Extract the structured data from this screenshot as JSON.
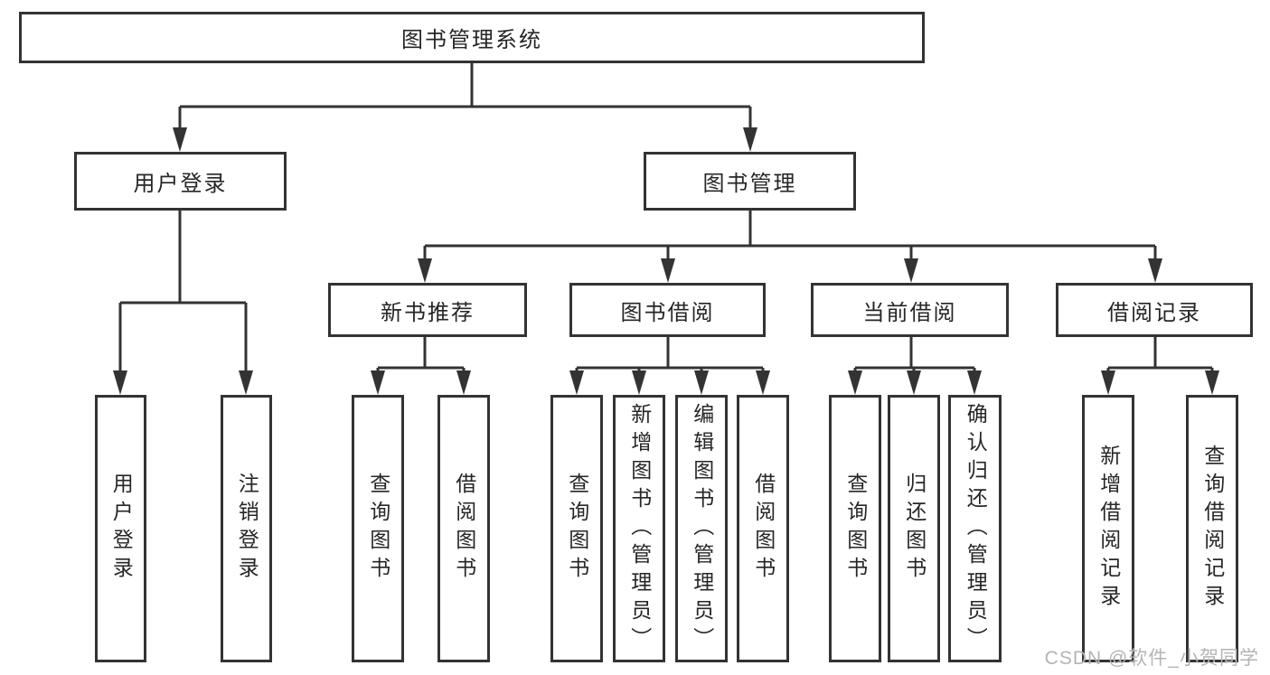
{
  "colors": {
    "background": "#ffffff",
    "line": "#333333",
    "text": "#262626",
    "watermark": "#b4b4b4"
  },
  "root": {
    "label": "图书管理系统"
  },
  "level2": [
    {
      "label": "用户登录",
      "parent": "图书管理系统"
    },
    {
      "label": "图书管理",
      "parent": "图书管理系统"
    }
  ],
  "level3": [
    {
      "label": "新书推荐",
      "parent": "图书管理"
    },
    {
      "label": "图书借阅",
      "parent": "图书管理"
    },
    {
      "label": "当前借阅",
      "parent": "图书管理"
    },
    {
      "label": "借阅记录",
      "parent": "图书管理"
    }
  ],
  "leaves": [
    {
      "label": "用户登录",
      "parent": "用户登录"
    },
    {
      "label": "注销登录",
      "parent": "用户登录"
    },
    {
      "label": "查询图书",
      "parent": "新书推荐"
    },
    {
      "label": "借阅图书",
      "parent": "新书推荐"
    },
    {
      "label": "查询图书",
      "parent": "图书借阅"
    },
    {
      "label": "新增图书（管理员）",
      "parent": "图书借阅"
    },
    {
      "label": "编辑图书（管理员）",
      "parent": "图书借阅"
    },
    {
      "label": "借阅图书",
      "parent": "图书借阅"
    },
    {
      "label": "查询图书",
      "parent": "当前借阅"
    },
    {
      "label": "归还图书",
      "parent": "当前借阅"
    },
    {
      "label": "确认归还（管理员）",
      "parent": "当前借阅"
    },
    {
      "label": "新增借阅记录",
      "parent": "借阅记录"
    },
    {
      "label": "查询借阅记录",
      "parent": "借阅记录"
    }
  ],
  "watermark": {
    "text": "CSDN @软件_小贺同学"
  }
}
